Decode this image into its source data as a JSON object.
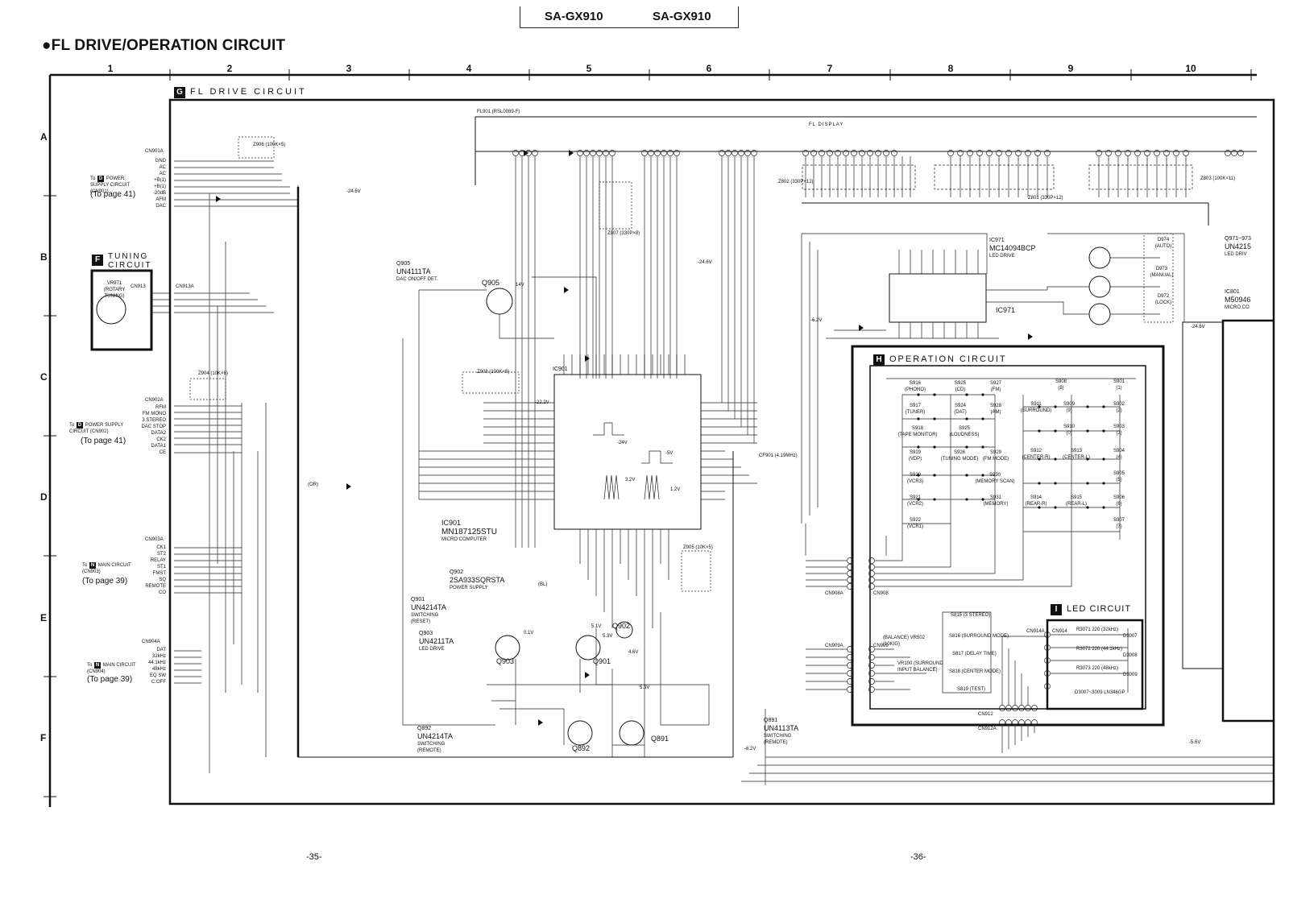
{
  "header": {
    "model_left": "SA-GX910",
    "model_right": "SA-GX910"
  },
  "title": "●FL DRIVE/OPERATION CIRCUIT",
  "ruler": {
    "columns": [
      "1",
      "2",
      "3",
      "4",
      "5",
      "6",
      "7",
      "8",
      "9",
      "10"
    ],
    "rows": [
      "A",
      "B",
      "C",
      "D",
      "E",
      "F"
    ]
  },
  "sections": {
    "fl_drive": {
      "badge": "G",
      "title": "FL DRIVE CIRCUIT"
    },
    "tuning": {
      "badge": "F",
      "title_line1": "TUNING",
      "title_line2": "CIRCUIT",
      "part": "VR971",
      "desc": "(ROTARY TUNING)"
    },
    "operation": {
      "badge": "H",
      "title": "OPERATION CIRCUIT"
    },
    "led": {
      "badge": "I",
      "title": "LED CIRCUIT"
    }
  },
  "connectors": {
    "cn901a": {
      "name": "CN901A",
      "pins": [
        "GND",
        "AC",
        "AC",
        "+B(1)",
        "+B(1)",
        "-20dB",
        "AFM",
        "DAC"
      ],
      "ref_prefix": "To",
      "ref_badge": "D",
      "ref_text": "POWER SUPPLY CIRCUIT (CN901)",
      "page": "(To page 41)"
    },
    "cn902a": {
      "name": "CN902A",
      "pins": [
        "RFM",
        "FM MONO",
        "3 STEREO",
        "DAC STOP",
        "DATA2",
        "CK2",
        "DATA1",
        "CE"
      ],
      "ref_prefix": "To",
      "ref_badge": "D",
      "ref_text": "POWER SUPPLY CIRCUIT (CN902)",
      "page": "(To page 41)"
    },
    "cn903a": {
      "name": "CN903A",
      "pins": [
        "CK1",
        "ST2",
        "RELAY",
        "ST1",
        "FMST",
        "SQ",
        "REMOTE",
        "CO"
      ],
      "ref_prefix": "To",
      "ref_badge": "N",
      "ref_text": "MAIN CIRCUIT (CN903)",
      "page": "(To page 39)"
    },
    "cn904a": {
      "name": "CN904A",
      "pins": [
        "DAT",
        "32kHz",
        "44.1kHz",
        "48kHz",
        "EQ SW",
        "C.OFF"
      ],
      "ref_prefix": "To",
      "ref_badge": "N",
      "ref_text": "MAIN CIRCUIT (CN904)",
      "page": "(To page 39)"
    },
    "cn913a": {
      "name": "CN913A"
    },
    "cn913": {
      "name": "CN913"
    }
  },
  "components": {
    "fl901": "FL901 (RSL0089-F)",
    "fl_display": "FL DISPLAY",
    "ic901": {
      "ref": "IC901",
      "part": "MN187125STU",
      "desc": "MICRO COMPUTER"
    },
    "ic971": {
      "ref": "IC971",
      "part": "MC14094BCP",
      "desc": "LED DRIVE"
    },
    "ic801": {
      "ref": "IC801",
      "part": "M50946",
      "desc": "MICRO CO"
    },
    "q905": {
      "ref": "Q905",
      "part": "UN4111TA",
      "desc": "DAC ON/OFF DET."
    },
    "q902": {
      "ref": "Q902",
      "part": "2SA933SQRSTA",
      "desc": "POWER SUPPLY"
    },
    "q901": {
      "ref": "Q901",
      "part": "UN4214TA",
      "desc_line1": "SWITCHING",
      "desc_line2": "(RESET)"
    },
    "q903": {
      "ref": "Q903",
      "part": "UN4211TA",
      "desc": "LED DRIVE"
    },
    "q892": {
      "ref": "Q892",
      "part": "UN4214TA",
      "desc_line1": "SWITCHING",
      "desc_line2": "(REMOTE)"
    },
    "q891": {
      "ref": "Q891",
      "part": "UN4113TA",
      "desc_line1": "SWITCHING",
      "desc_line2": "(REMOTE)"
    },
    "q971_973": {
      "ref": "Q971~973",
      "part": "UN4215",
      "desc": "LED DRIV"
    },
    "z906": "Z906 (100K×5)",
    "z907": "Z907 (330P×8)",
    "z908": "Z908 (100K×8)",
    "z904": "Z904 (10K×6)",
    "z905": "Z905 (10K×5)",
    "z802": "Z802 (330P×12)",
    "z801": "Z801 (330P×12)",
    "z803": "Z803 (100K×11)",
    "cf901": "CF901 (4.19MHz)",
    "d3007": "D3007~3009 LN346GP"
  },
  "switches": [
    {
      "ref": "S916",
      "name": "(PHONO)"
    },
    {
      "ref": "S925",
      "name": "(CD)"
    },
    {
      "ref": "S927",
      "name": "(FM)"
    },
    {
      "ref": "S917",
      "name": "(TUNER)"
    },
    {
      "ref": "S924",
      "name": "(DAT)"
    },
    {
      "ref": "S928",
      "name": "(AM)"
    },
    {
      "ref": "S918",
      "name": "(TAPE MONITOR)"
    },
    {
      "ref": "S925",
      "name": "(LOUDNESS)"
    },
    {
      "ref": "S919",
      "name": "(VDP)"
    },
    {
      "ref": "S926",
      "name": "(TUNING MODE)"
    },
    {
      "ref": "S929",
      "name": "(FM MODE)"
    },
    {
      "ref": "S920",
      "name": "(VCR3)"
    },
    {
      "ref": "S930",
      "name": "(MEMORY SCAN)"
    },
    {
      "ref": "S921",
      "name": "(VCR2)"
    },
    {
      "ref": "S931",
      "name": "(MEMORY)"
    },
    {
      "ref": "S922",
      "name": "(VCR1)"
    },
    {
      "ref": "S908",
      "name": "(8)"
    },
    {
      "ref": "S901",
      "name": "(1)"
    },
    {
      "ref": "S911",
      "name": "(SURROUND)"
    },
    {
      "ref": "S909",
      "name": "(9)"
    },
    {
      "ref": "S902",
      "name": "(2)"
    },
    {
      "ref": "S910",
      "name": "(0)"
    },
    {
      "ref": "S903",
      "name": "(3)"
    },
    {
      "ref": "S912",
      "name": "(CENTER-R)"
    },
    {
      "ref": "S913",
      "name": "(CENTER-L)"
    },
    {
      "ref": "S904",
      "name": "(4)"
    },
    {
      "ref": "S905",
      "name": "(5)"
    },
    {
      "ref": "S914",
      "name": "(REAR-R)"
    },
    {
      "ref": "S915",
      "name": "(REAR-L)"
    },
    {
      "ref": "S906",
      "name": "(6)"
    },
    {
      "ref": "S907",
      "name": "(7)"
    }
  ],
  "leds": [
    {
      "ref": "D974",
      "name": "(AUTO)"
    },
    {
      "ref": "D973",
      "name": "(MANUAL)"
    },
    {
      "ref": "D972",
      "name": "(LOCK)"
    }
  ],
  "led_circuit": [
    "R3071 220 (32kHz)",
    "R3072 220 (44.1kHz)",
    "R3073 220 (48kHz)",
    "D3007",
    "D3008",
    "D3009"
  ],
  "voltages": [
    "-24.6V",
    "-22.2V",
    "14V",
    "-5V",
    "-24V",
    "3.2V",
    "1.2V",
    "5.3V",
    "4.6V",
    "5.1V",
    "0.1V",
    "-6.2V",
    "-5.6V"
  ],
  "misc_labels": {
    "cn908a": "CN908A",
    "cn908": "CN908",
    "cn909a": "CN909A",
    "cn909": "CN909",
    "cn912": "CN912",
    "cn912a": "CN912A",
    "cn914a": "CN914A",
    "cn914": "CN914",
    "balance": "(BALANCE) VR502 (10KIG)",
    "vr100": "VR100 (SURROUND INPUT BALANCE)",
    "s815": "S815 (3 STEREO)",
    "s816": "S816 (SURROUND MODE)",
    "s817": "S817 (DELAY TIME)",
    "s818": "S818 (CENTER MODE)",
    "s819": "S819 (TEST)",
    "ior": "(OR)",
    "bl": "(BL)"
  },
  "page_numbers": {
    "left": "-35-",
    "right": "-36-"
  }
}
